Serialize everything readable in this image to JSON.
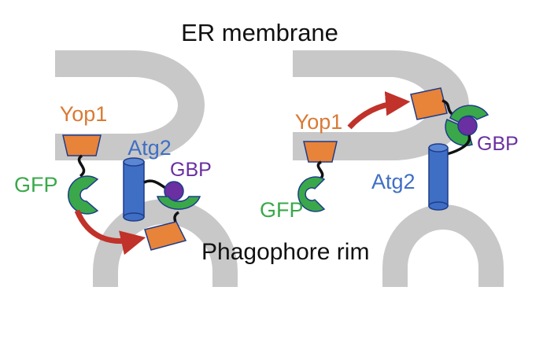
{
  "labels": {
    "er_membrane": "ER membrane",
    "phagophore_rim": "Phagophore rim"
  },
  "left_panel": {
    "yop1": "Yop1",
    "gfp": "GFP",
    "atg2": "Atg2",
    "gbp": "GBP"
  },
  "right_panel": {
    "yop1": "Yop1",
    "gfp": "GFP",
    "atg2": "Atg2",
    "gbp": "GBP"
  },
  "colors": {
    "membrane": "#c8c8c8",
    "yop1": "#e8833a",
    "yop1_text": "#d97a35",
    "gfp": "#3aa84a",
    "gfp_text": "#3aa84a",
    "atg2": "#3f6fc4",
    "atg2_text": "#3f6fc4",
    "gbp": "#6a2fa0",
    "gbp_text": "#6a2fa0",
    "arrow": "#c0322a",
    "outline": "#1f3c8a"
  }
}
